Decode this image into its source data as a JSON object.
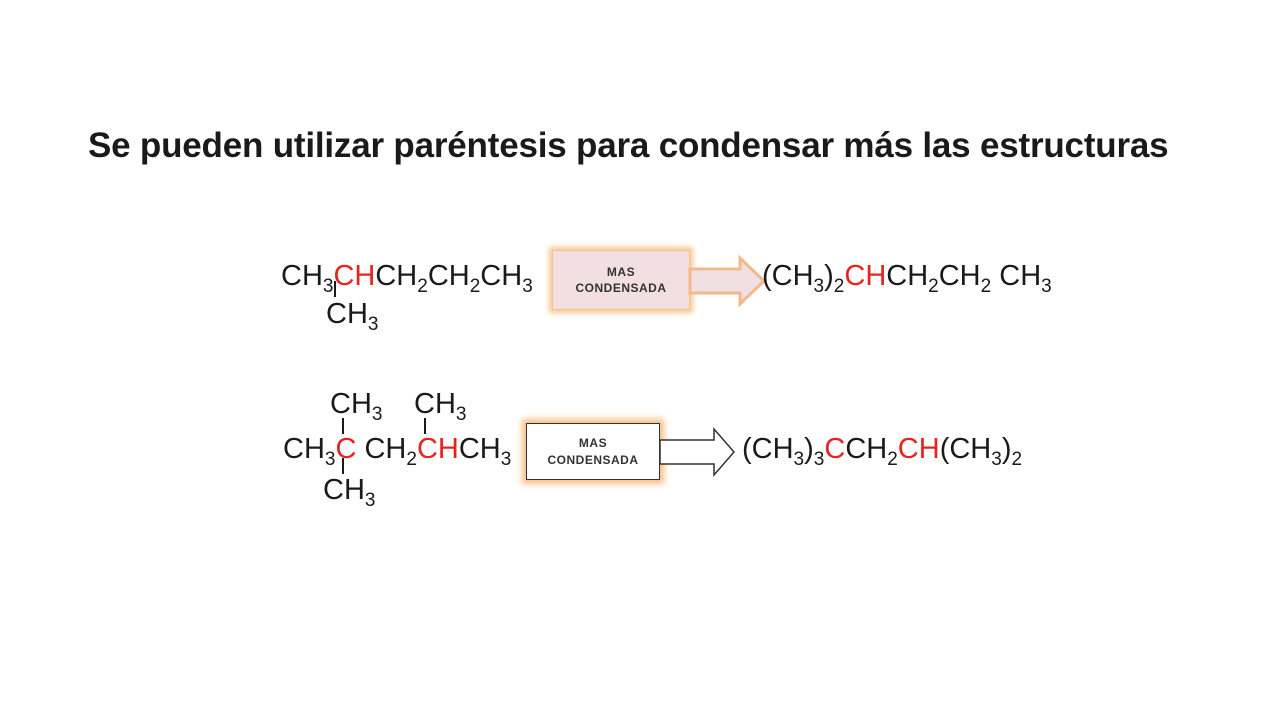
{
  "title": "Se pueden utilizar paréntesis para condensar más las estructuras",
  "arrow_label_line1": "MAS",
  "arrow_label_line2": "CONDENSADA",
  "accent_color": "#e8231f",
  "example1": {
    "main_chain": [
      {
        "t": "CH",
        "red": false
      },
      {
        "t": "3",
        "sub": true
      },
      {
        "t": "CH",
        "red": true
      },
      {
        "t": "CH",
        "red": false
      },
      {
        "t": "2",
        "sub": true
      },
      {
        "t": "CH",
        "red": false
      },
      {
        "t": "2",
        "sub": true
      },
      {
        "t": "CH",
        "red": false
      },
      {
        "t": "3",
        "sub": true
      }
    ],
    "branch_below": [
      {
        "t": "CH",
        "red": false
      },
      {
        "t": "3",
        "sub": true
      }
    ],
    "condensed": [
      {
        "t": "(CH",
        "red": false
      },
      {
        "t": "3",
        "sub": true
      },
      {
        "t": ")",
        "red": false
      },
      {
        "t": "2",
        "sub": true
      },
      {
        "t": "CH",
        "red": true
      },
      {
        "t": "CH",
        "red": false
      },
      {
        "t": "2",
        "sub": true
      },
      {
        "t": "CH",
        "red": false
      },
      {
        "t": "2",
        "sub": true
      },
      {
        "t": " CH",
        "red": false
      },
      {
        "t": "3",
        "sub": true
      }
    ]
  },
  "example2": {
    "branch_above_1": [
      {
        "t": "CH",
        "red": false
      },
      {
        "t": "3",
        "sub": true
      }
    ],
    "branch_above_2": [
      {
        "t": "CH",
        "red": false
      },
      {
        "t": "3",
        "sub": true
      }
    ],
    "main_chain": [
      {
        "t": "CH",
        "red": false
      },
      {
        "t": "3",
        "sub": true
      },
      {
        "t": "C",
        "red": true
      },
      {
        "t": " CH",
        "red": false
      },
      {
        "t": "2",
        "sub": true
      },
      {
        "t": "CH",
        "red": true
      },
      {
        "t": "CH",
        "red": false
      },
      {
        "t": "3",
        "sub": true
      }
    ],
    "branch_below": [
      {
        "t": "CH",
        "red": false
      },
      {
        "t": "3",
        "sub": true
      }
    ],
    "condensed": [
      {
        "t": "(CH",
        "red": false
      },
      {
        "t": "3",
        "sub": true
      },
      {
        "t": ")",
        "red": false
      },
      {
        "t": "3",
        "sub": true
      },
      {
        "t": "C",
        "red": true
      },
      {
        "t": "CH",
        "red": false
      },
      {
        "t": "2",
        "sub": true
      },
      {
        "t": "CH",
        "red": true
      },
      {
        "t": "(CH",
        "red": false
      },
      {
        "t": "3",
        "sub": true
      },
      {
        "t": ")",
        "red": false
      },
      {
        "t": "2",
        "sub": true
      }
    ]
  }
}
